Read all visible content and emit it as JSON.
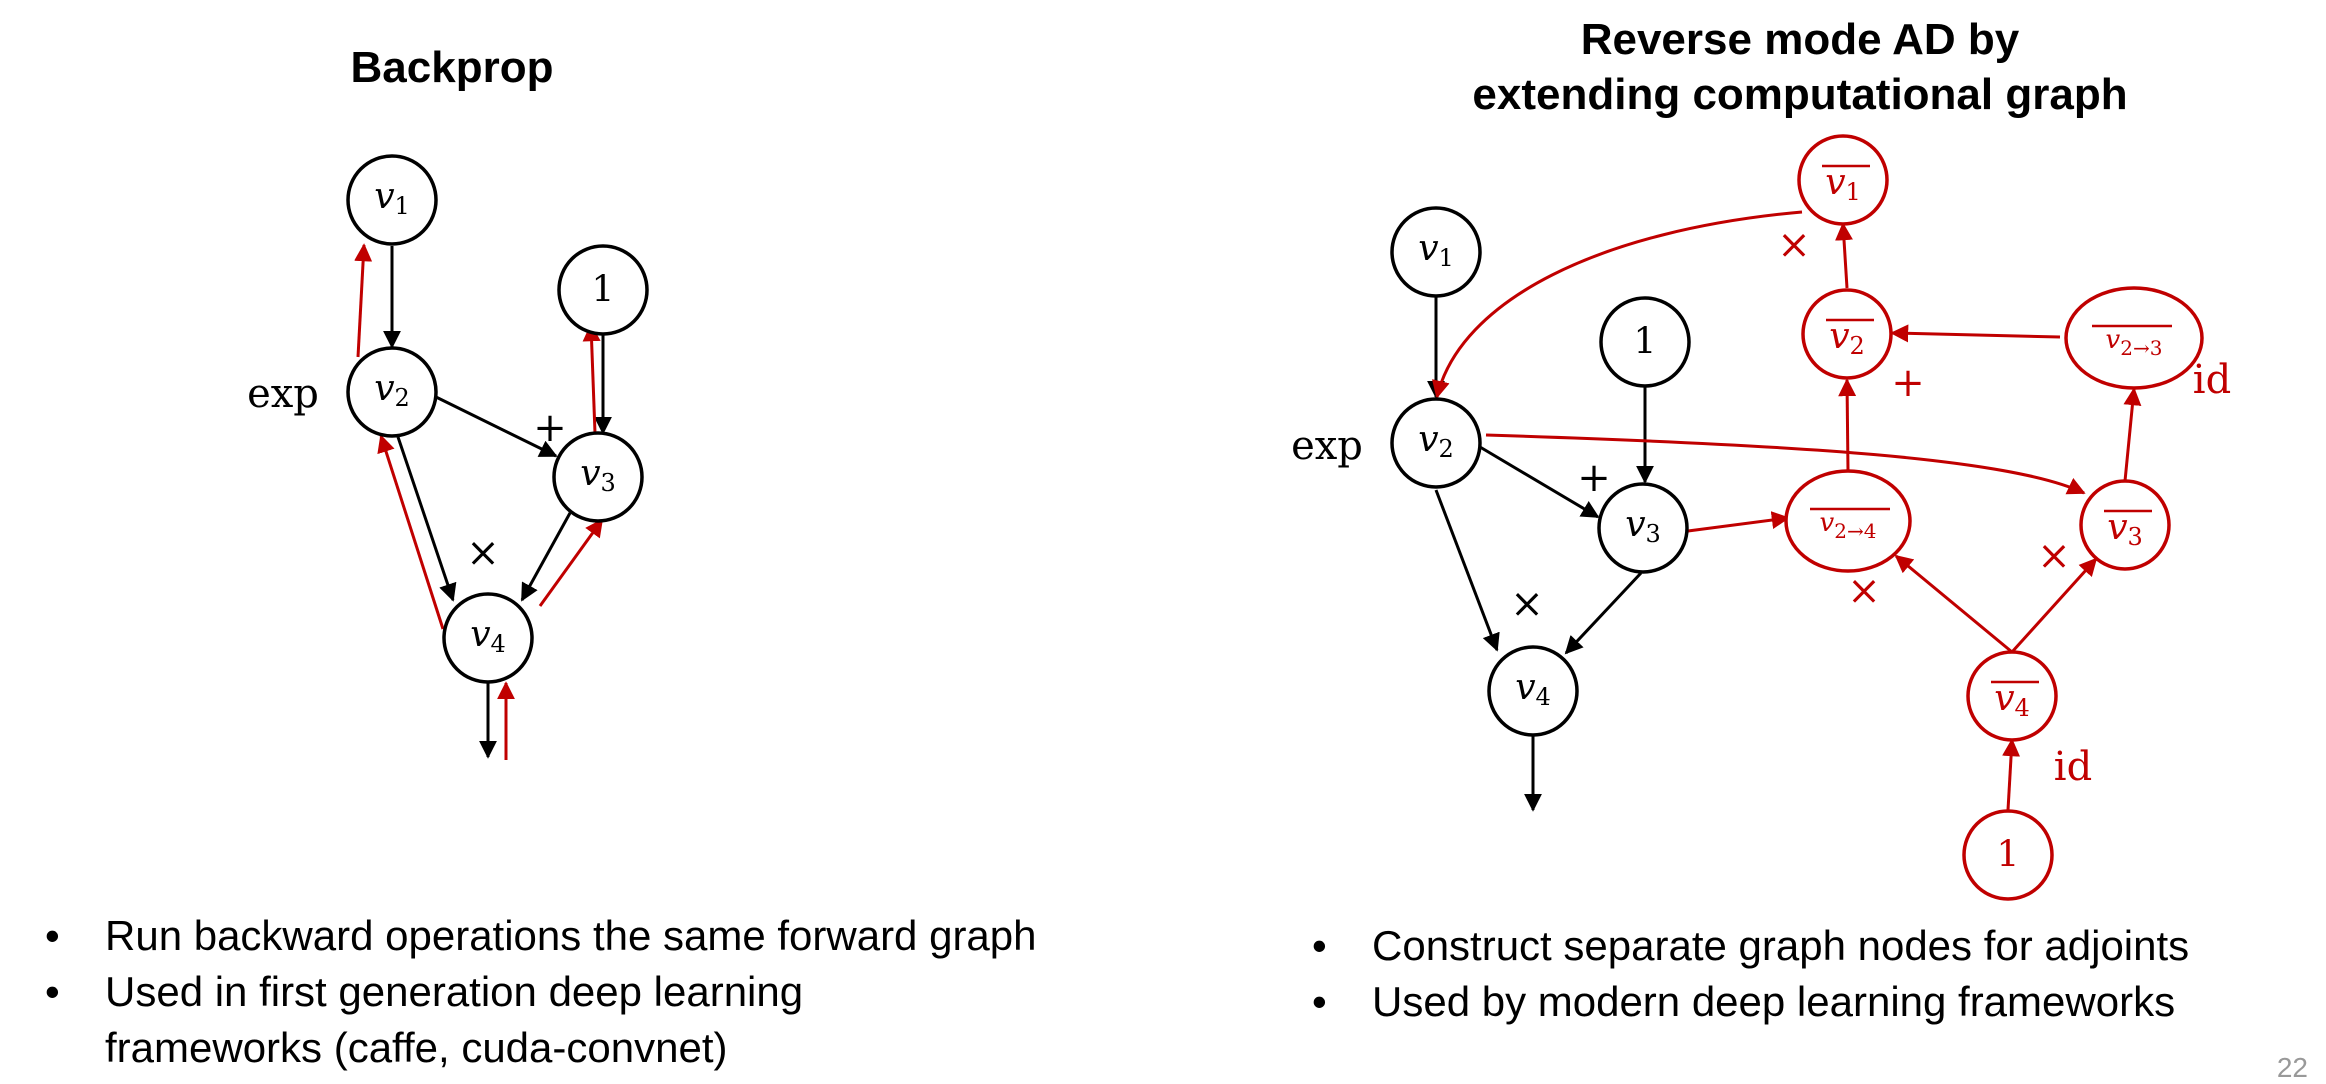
{
  "left_panel": {
    "title": "Backprop",
    "bullets": [
      "Run backward operations the same forward graph",
      "Used in first generation deep learning frameworks (caffe, cuda-convnet)"
    ]
  },
  "right_panel": {
    "title_line1": "Reverse mode AD by",
    "title_line2": "extending computational graph",
    "bullets": [
      "Construct separate graph nodes for adjoints",
      "Used by modern deep learning frameworks"
    ]
  },
  "colors": {
    "forward": "#000000",
    "adjoint": "#c00000"
  },
  "nodes": {
    "v1": "v",
    "v1_sub": "1",
    "v2": "v",
    "v2_sub": "2",
    "v3": "v",
    "v3_sub": "3",
    "v4": "v",
    "v4_sub": "4",
    "one": "1",
    "v1_bar_sub": "1",
    "v2_bar_sub": "2",
    "v3_bar_sub": "3",
    "v4_bar_sub": "4",
    "v2_to_3_sub": "2→3",
    "v2_to_4_sub": "2→4"
  },
  "ops": {
    "exp": "exp",
    "plus": "+",
    "times": "×",
    "id": "id"
  },
  "page_number": "22"
}
